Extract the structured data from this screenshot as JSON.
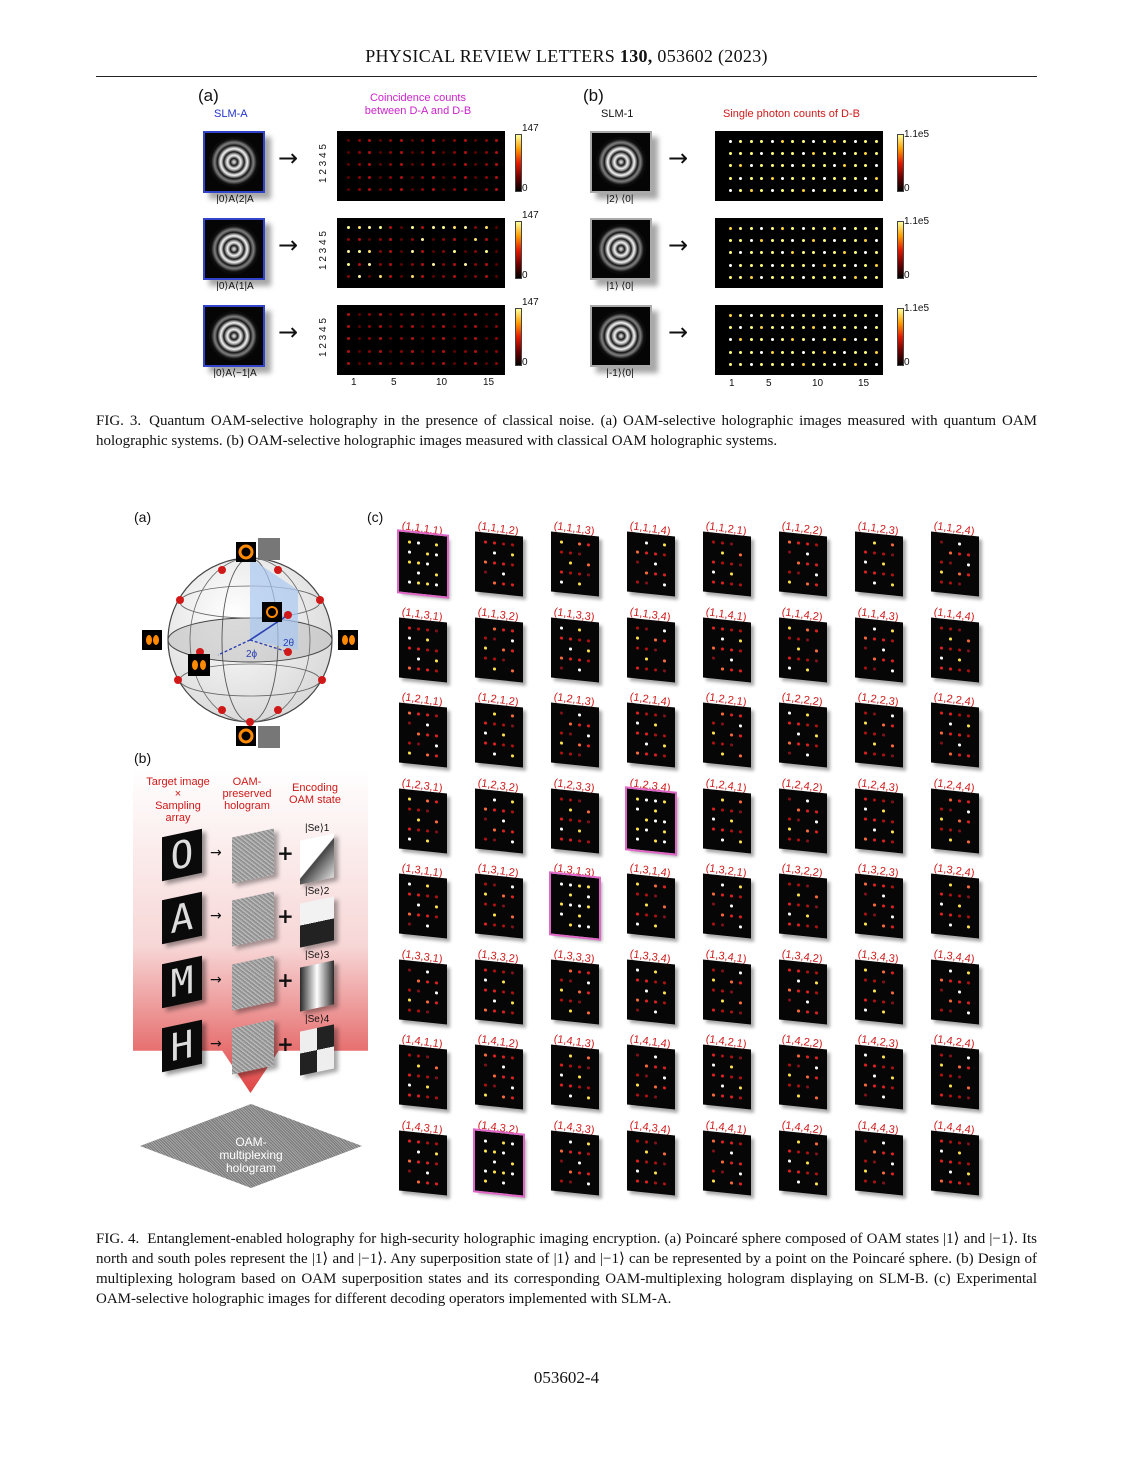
{
  "header": "PHYSICAL REVIEW LETTERS 130, 053602 (2023)",
  "header_parts": {
    "journal": "PHYSICAL REVIEW LETTERS ",
    "volume": "130,",
    "article": " 053602 (2023)"
  },
  "fig3": {
    "panel_a": "(a)",
    "panel_b": "(b)",
    "slm_a": "SLM-A",
    "coinc_title": "Coincidence counts\nbetween D-A and D-B",
    "slm_1": "SLM-1",
    "single_title": "Single photon counts of D-B",
    "states_a": [
      "|0⟩A⟨2|A",
      "|0⟩A⟨1|A",
      "|0⟩A⟨−1|A"
    ],
    "states_b": [
      "|2⟩ ⟨0|",
      "|1⟩ ⟨0|",
      "|-1⟩⟨0|"
    ],
    "cbar_a_max": "147",
    "cbar_b_max": "1.1e5",
    "cbar_min": "0",
    "ytick_label": "1 2 3 4 5",
    "xticks": [
      "1",
      "5",
      "10",
      "15"
    ],
    "caption_label": "FIG. 3.",
    "caption": "Quantum OAM-selective holography in the presence of classical noise. (a) OAM-selective holographic images measured with quantum OAM holographic systems. (b) OAM-selective holographic images measured with classical OAM holographic systems."
  },
  "fig4": {
    "panel_a": "(a)",
    "panel_b": "(b)",
    "panel_c": "(c)",
    "theta_label": "2θ",
    "phi_label": "2ϕ",
    "b_head_target": "Target image\n×\nSampling\narray",
    "b_head_hologram": "OAM-\npreserved\nhologram",
    "b_head_encoding": "Encoding\nOAM state",
    "letters": [
      "O",
      "A",
      "M",
      "H"
    ],
    "enc_states": [
      "|Se⟩1",
      "|Se⟩2",
      "|Se⟩3",
      "|Se⟩4"
    ],
    "multiplex_label": "OAM-\nmultiplexing\nhologram",
    "operators": [
      "(1,1,1,1)",
      "(1,1,1,2)",
      "(1,1,1,3)",
      "(1,1,1,4)",
      "(1,1,2,1)",
      "(1,1,2,2)",
      "(1,1,2,3)",
      "(1,1,2,4)",
      "(1,1,3,1)",
      "(1,1,3,2)",
      "(1,1,3,3)",
      "(1,1,3,4)",
      "(1,1,4,1)",
      "(1,1,4,2)",
      "(1,1,4,3)",
      "(1,1,4,4)",
      "(1,2,1,1)",
      "(1,2,1,2)",
      "(1,2,1,3)",
      "(1,2,1,4)",
      "(1,2,2,1)",
      "(1,2,2,2)",
      "(1,2,2,3)",
      "(1,2,2,4)",
      "(1,2,3,1)",
      "(1,2,3,2)",
      "(1,2,3,3)",
      "(1,2,3,4)",
      "(1,2,4,1)",
      "(1,2,4,2)",
      "(1,2,4,3)",
      "(1,2,4,4)",
      "(1,3,1,1)",
      "(1,3,1,2)",
      "(1,3,1,3)",
      "(1,3,1,4)",
      "(1,3,2,1)",
      "(1,3,2,2)",
      "(1,3,2,3)",
      "(1,3,2,4)",
      "(1,3,3,1)",
      "(1,3,3,2)",
      "(1,3,3,3)",
      "(1,3,3,4)",
      "(1,3,4,1)",
      "(1,3,4,2)",
      "(1,3,4,3)",
      "(1,3,4,4)",
      "(1,4,1,1)",
      "(1,4,1,2)",
      "(1,4,1,3)",
      "(1,4,1,4)",
      "(1,4,2,1)",
      "(1,4,2,2)",
      "(1,4,2,3)",
      "(1,4,2,4)",
      "(1,4,3,1)",
      "(1,4,3,2)",
      "(1,4,3,3)",
      "(1,4,3,4)",
      "(1,4,4,1)",
      "(1,4,4,2)",
      "(1,4,4,3)",
      "(1,4,4,4)"
    ],
    "highlighted": [
      "(1,1,1,1)",
      "(1,2,3,4)",
      "(1,3,1,3)",
      "(1,4,3,2)"
    ],
    "caption_label": "FIG. 4.",
    "caption": "Entanglement-enabled holography for high-security holographic imaging encryption. (a) Poincaré sphere composed of OAM states |1⟩ and |−1⟩. Its north and south poles represent the |1⟩ and |−1⟩. Any superposition state of |1⟩ and |−1⟩ can be represented by a point on the Poincaré sphere. (b) Design of multiplexing hologram based on OAM superposition states and its corresponding OAM-multiplexing hologram displaying on SLM-B. (c) Experimental OAM-selective holographic images for different decoding operators implemented with SLM-A."
  },
  "page_number": "053602-4"
}
